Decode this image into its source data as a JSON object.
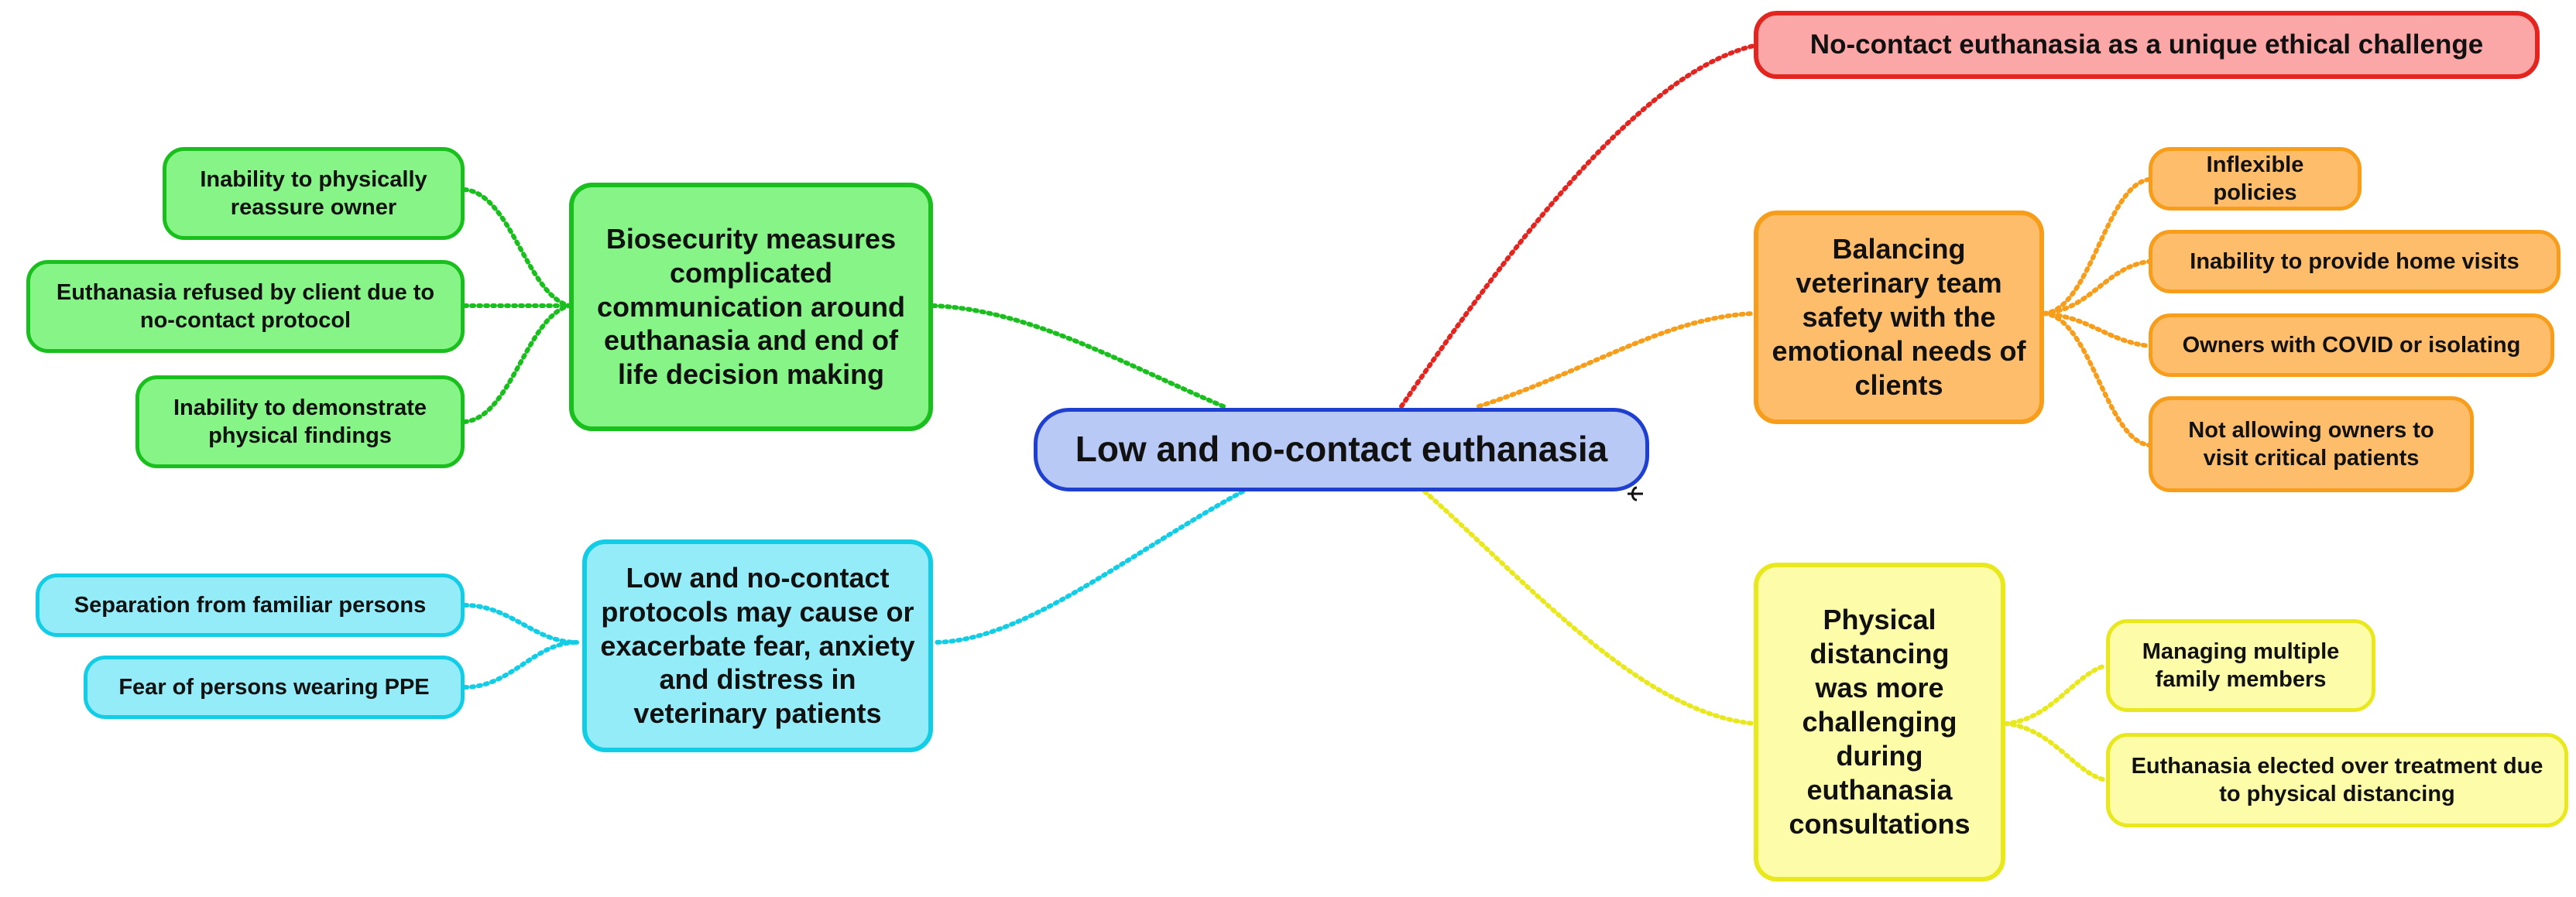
{
  "center": {
    "label": "Low and no-contact euthanasia"
  },
  "branches": {
    "red": {
      "label": "No-contact euthanasia as a unique ethical challenge"
    },
    "green": {
      "label": "Biosecurity measures complicated communication around euthanasia and end of life decision making",
      "children": [
        "Inability to physically reassure owner",
        "Euthanasia refused by client due to no-contact protocol",
        "Inability to demonstrate physical findings"
      ]
    },
    "orange": {
      "label": "Balancing veterinary team safety with the emotional needs of clients",
      "children": [
        "Inflexible policies",
        "Inability to provide home visits",
        "Owners with COVID or isolating",
        "Not allowing owners to visit critical patients"
      ]
    },
    "cyan": {
      "label": "Low and no-contact protocols may cause or exacerbate fear, anxiety and distress in veterinary patients",
      "children": [
        "Separation from familiar persons",
        "Fear of persons wearing PPE"
      ]
    },
    "yellow": {
      "label": "Physical distancing was more challenging during euthanasia consultations",
      "children": [
        "Managing multiple family members",
        "Euthanasia elected over treatment due to physical distancing"
      ]
    }
  },
  "colors": {
    "green": "#19c01d",
    "cyan": "#12cde6",
    "red": "#e3241f",
    "orange": "#f79d1a",
    "yellow": "#e8e81c",
    "center": "#1f3fd0"
  }
}
